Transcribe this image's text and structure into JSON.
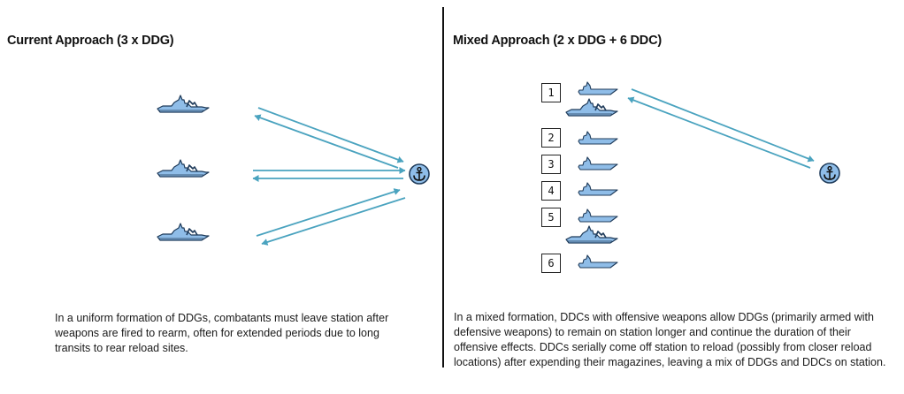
{
  "left_panel": {
    "title": "Current Approach (3 x DDG)",
    "caption": "In a uniform formation of DDGs, combatants must leave station after weapons are fired to rearm, often for extended periods due to long transits to rear reload sites."
  },
  "right_panel": {
    "title": "Mixed Approach (2 x DDG + 6 DDC)",
    "caption": "In a mixed formation, DDCs with offensive weapons allow DDGs (primarily armed with defensive weapons) to remain on station longer and continue the duration of their offensive effects. DDCs serially come off station to reload (possibly from closer reload locations) after expending their magazines, leaving a mix of DDGs and DDCs on station.",
    "ship_numbers": [
      "1",
      "2",
      "3",
      "4",
      "5",
      "6"
    ]
  },
  "colors": {
    "arrow": "#4aa3bf",
    "ship_fill": "#8fbde8",
    "ship_outline": "#1f3b5a",
    "anchor_fill": "#8fbde8"
  },
  "icons": [
    "ddg-ship-icon",
    "ddc-ship-icon",
    "anchor-station-icon"
  ]
}
